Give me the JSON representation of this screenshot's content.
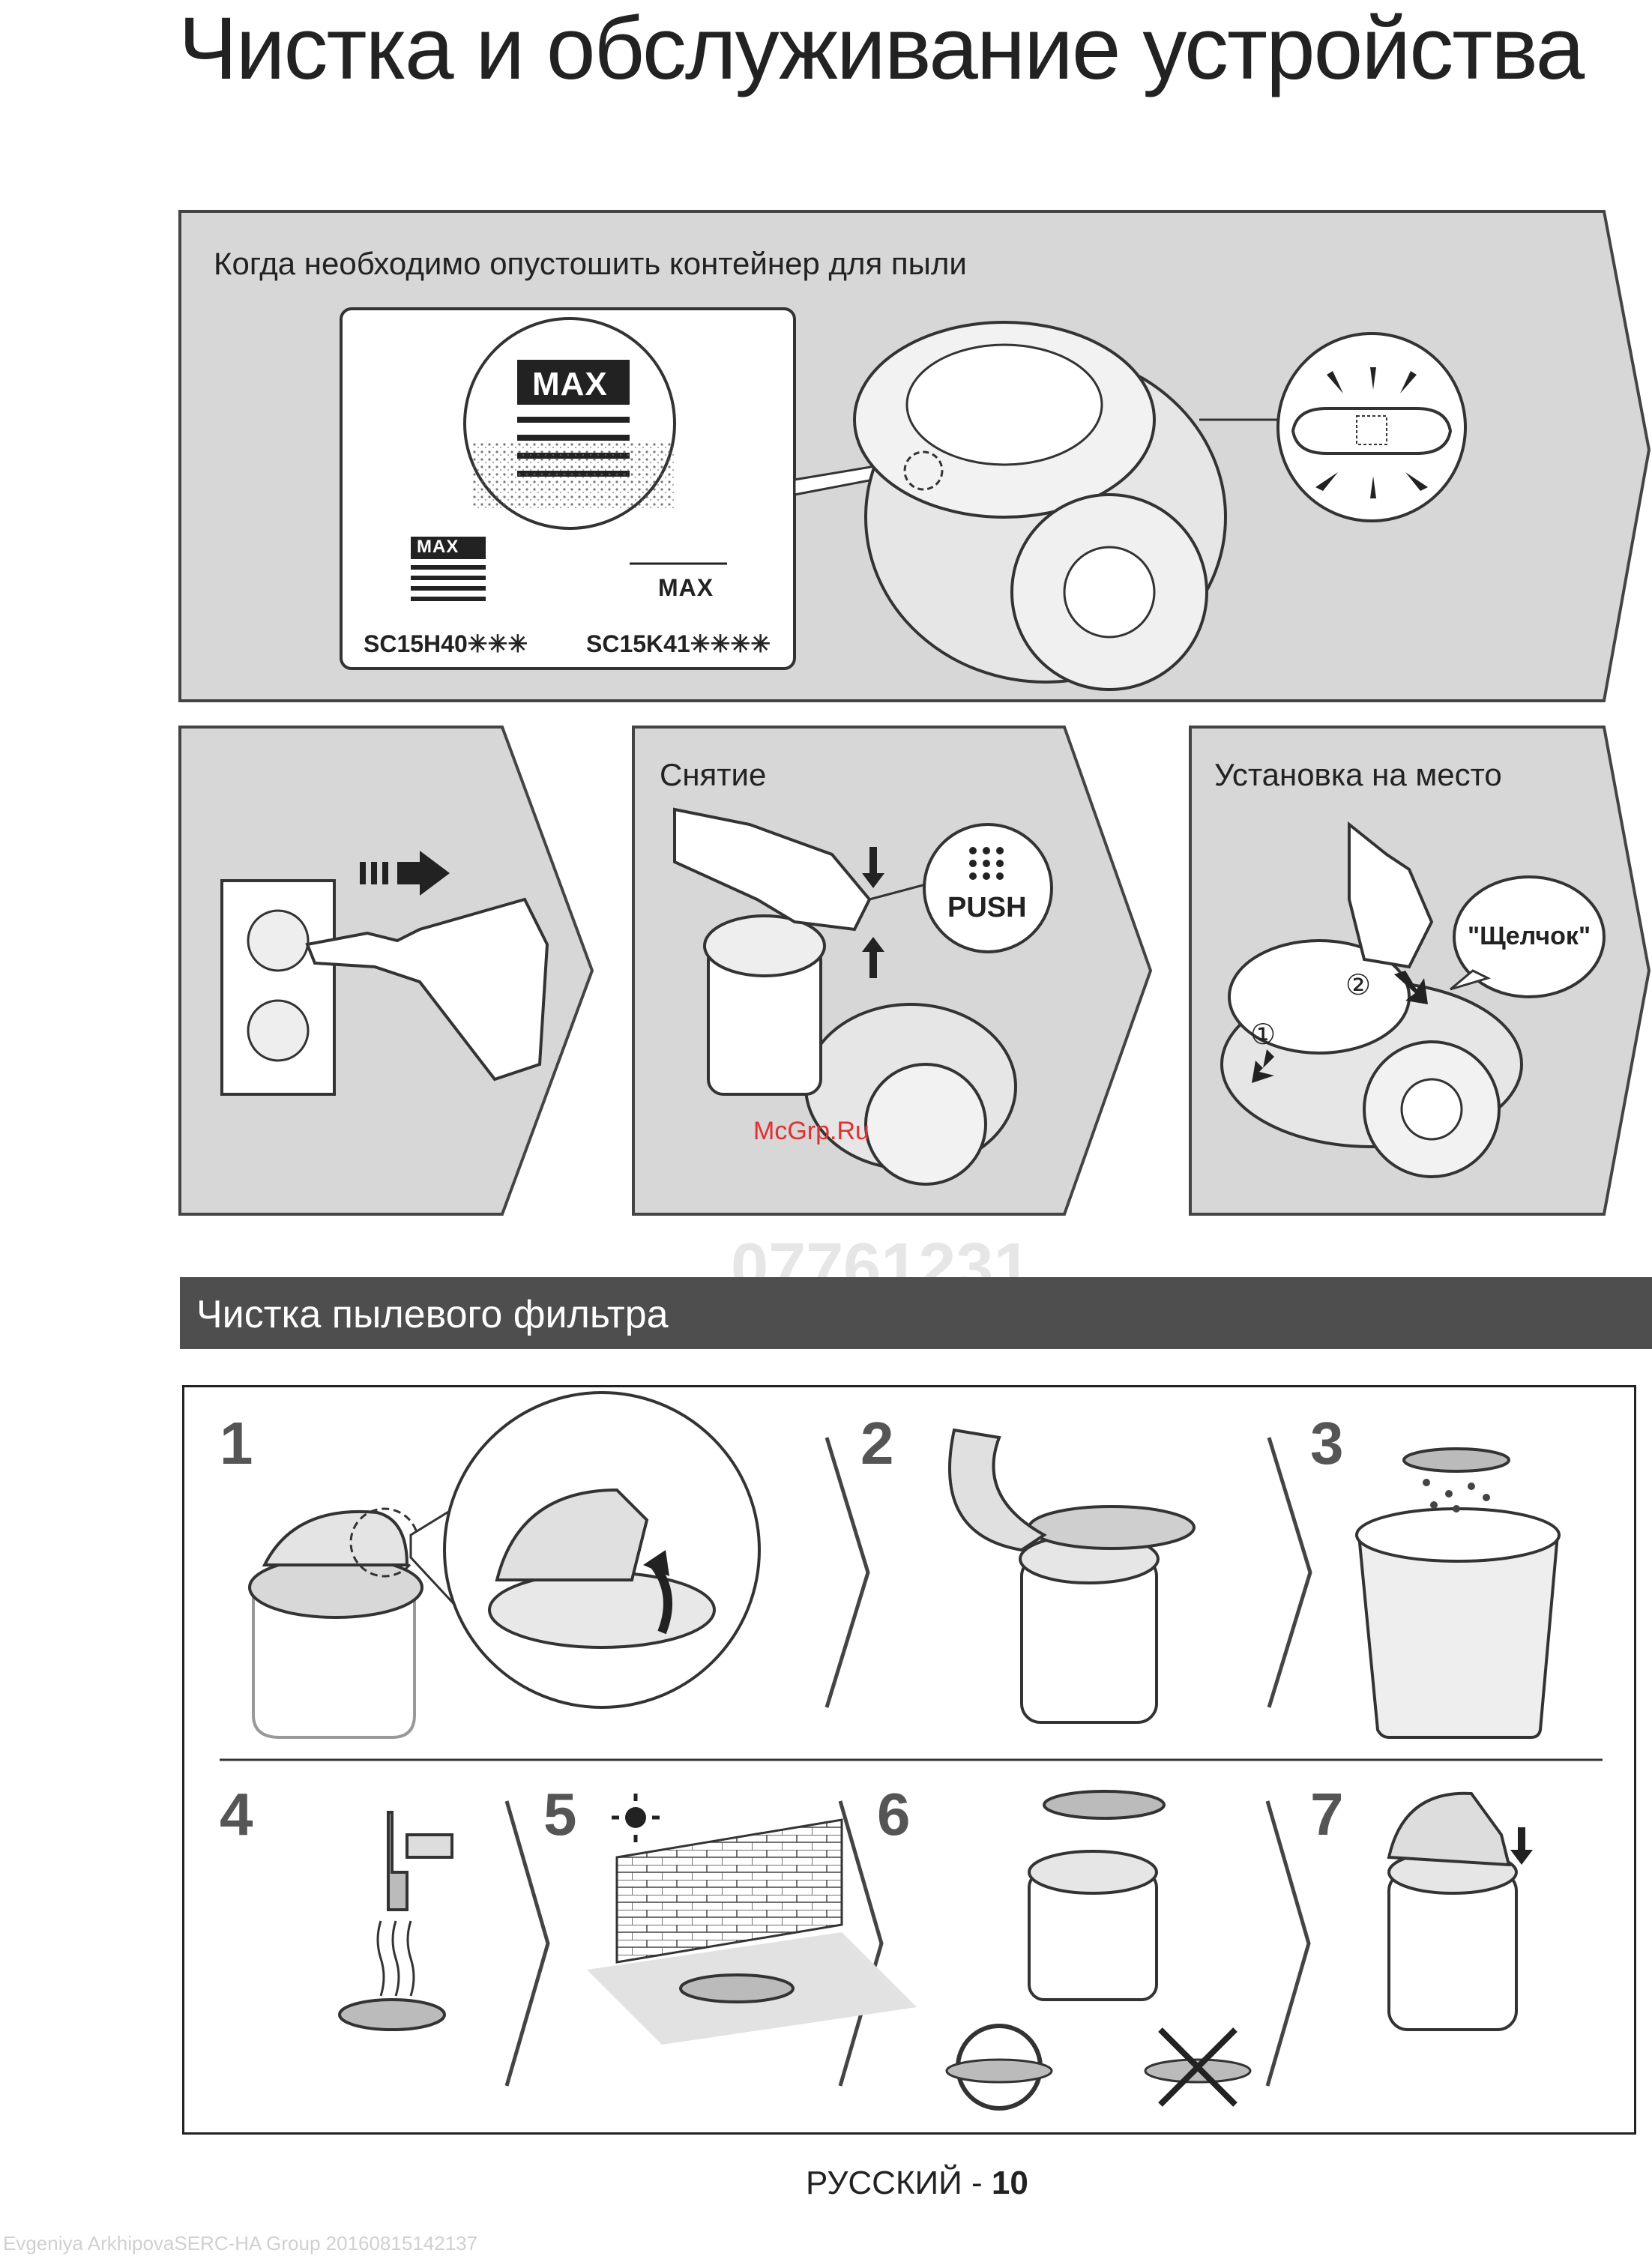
{
  "page_title": "Чистка и обслуживание устройства",
  "empty_panel": {
    "heading": "Когда необходимо опустошить контейнер для пыли",
    "max_label": "MAX",
    "model_a": "SC15H40✳✳✳",
    "model_b": "SC15K41✳✳✳✳"
  },
  "remove_panel": {
    "heading": "Снятие",
    "push_label": "PUSH"
  },
  "install_panel": {
    "heading": "Установка на место",
    "click_label": "\"Щелчок\""
  },
  "filter_section": {
    "heading": "Чистка пылевого фильтра",
    "steps": [
      "1",
      "2",
      "3",
      "4",
      "5",
      "6",
      "7"
    ]
  },
  "markers": {
    "one": "①",
    "two": "②"
  },
  "footer": {
    "language": "РУССКИЙ - ",
    "page_number": "10"
  },
  "watermarks": {
    "site": "McGrp.Ru",
    "code": "07761231",
    "user": "Evgeniya ArkhipovaSERC-HA Group 20160815142137"
  }
}
